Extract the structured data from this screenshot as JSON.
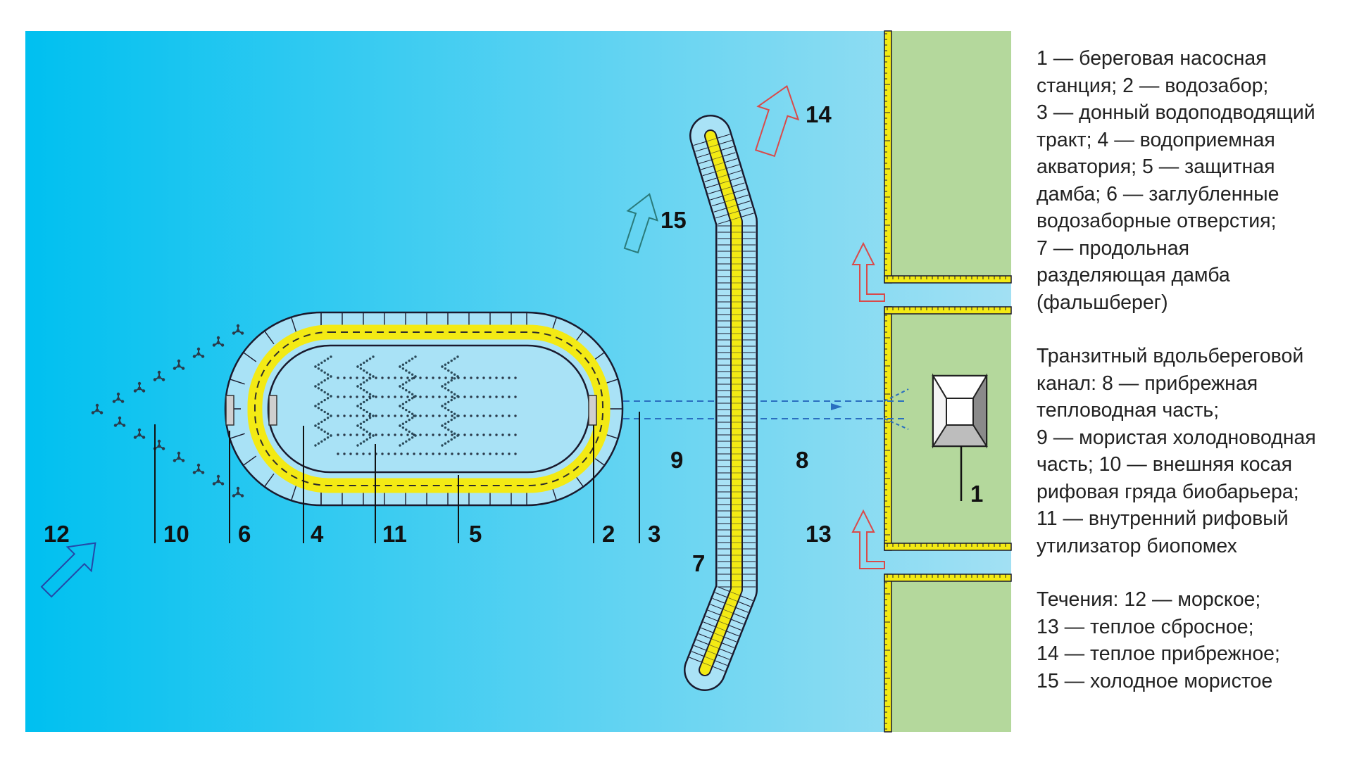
{
  "labels": {
    "n1": "1",
    "n2": "2",
    "n3": "3",
    "n4": "4",
    "n5": "5",
    "n6": "6",
    "n7": "7",
    "n8": "8",
    "n9": "9",
    "n10": "10",
    "n11": "11",
    "n12": "12",
    "n13": "13",
    "n14": "14",
    "n15": "15"
  },
  "legend": {
    "structures": "1 — береговая насосная\nстанция; 2 — водозабор;\n3 — донный водоподводящий\nтракт; 4 — водоприемная\nакватория; 5 — защитная\nдамба; 6 — заглубленные\nводозаборные отверстия;\n7 — продольная\nразделяющая дамба\n(фальшберег)",
    "channel": "Транзитный вдольбереговой\nканал: 8 — прибрежная\nтепловодная часть;\n9 — мористая холодноводная\nчасть; 10 — внешняя косая\nрифовая гряда биобарьера;\n11 — внутренний рифовый\nутилизатор биопомех",
    "currents": "Течения: 12 — морское;\n13 — теплое сбросное;\n14 — теплое прибрежное;\n15 — холодное мористое"
  },
  "colors": {
    "sea_deep": "#00c0f0",
    "sea_light": "#9ddff3",
    "land": "#b4d89c",
    "dam_yellow": "#f3ea14",
    "outline": "#1a1a2e",
    "arrow_red": "#d94a4a",
    "arrow_blue": "#2448a8",
    "arrow_teal": "#2a7a7a",
    "pipe_blue": "#2a6fc0"
  }
}
